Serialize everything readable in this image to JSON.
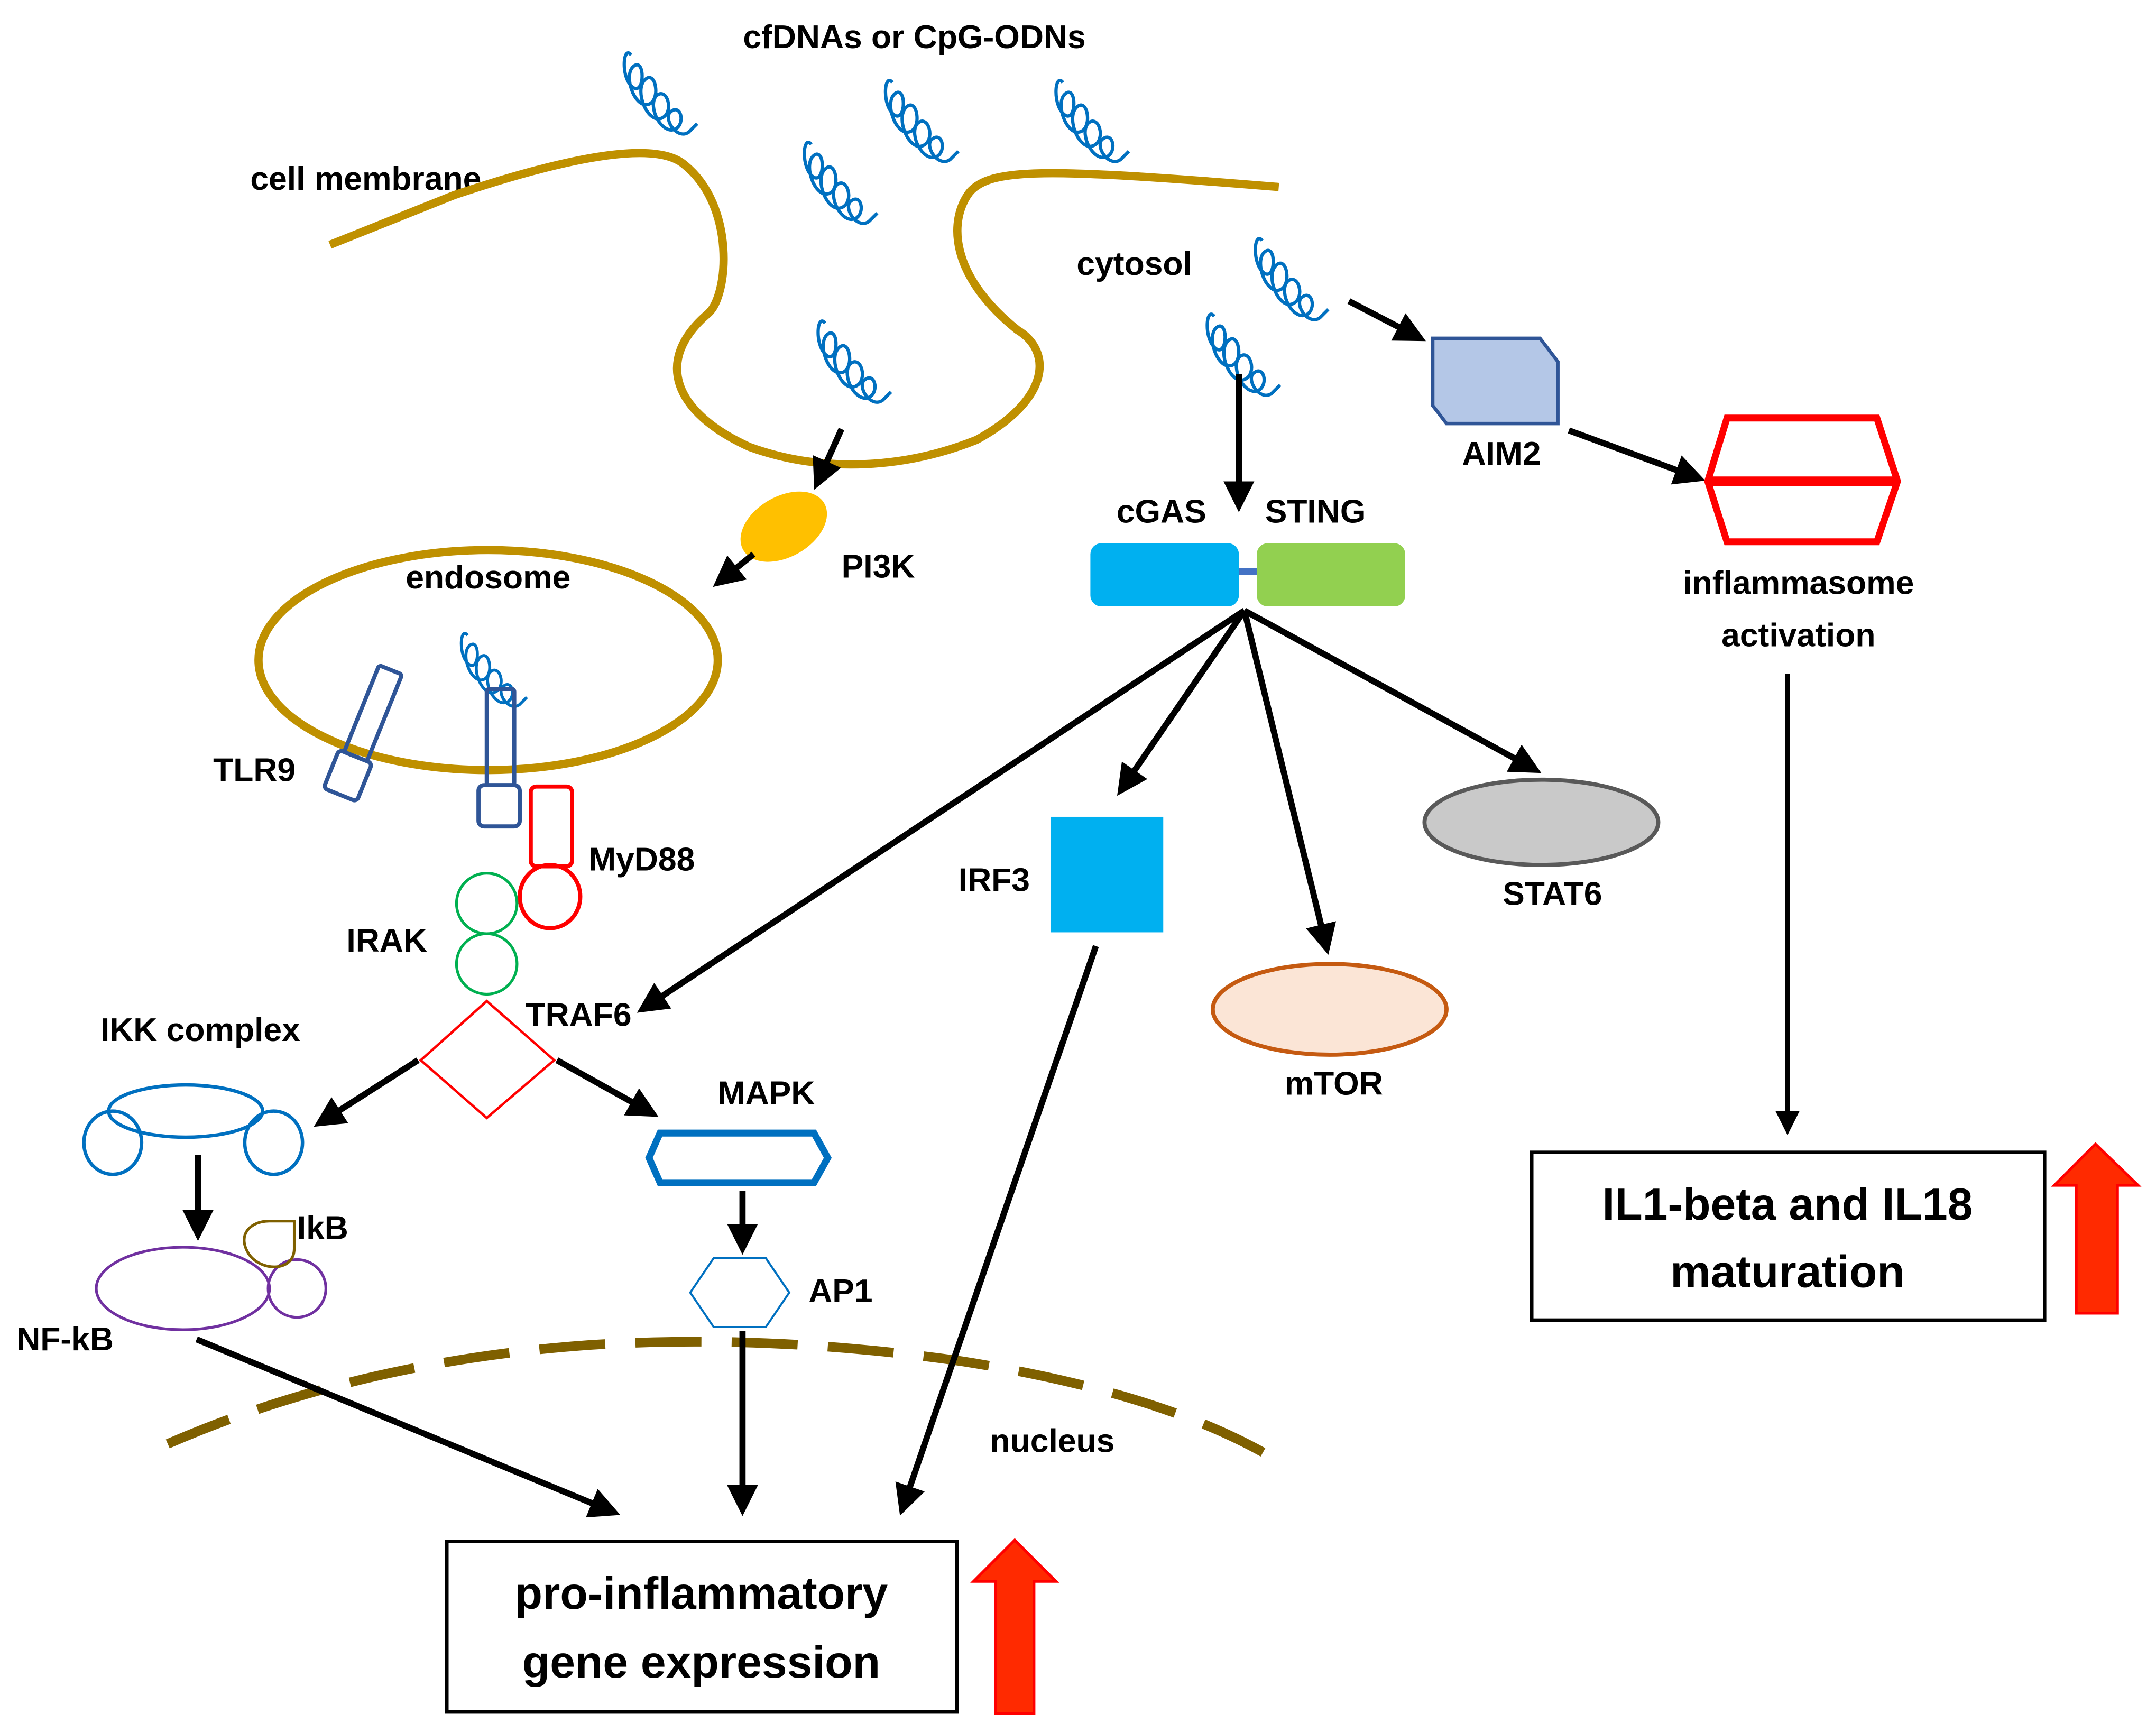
{
  "diagram": {
    "title_top": "cfDNAs or CpG-ODNs",
    "compartments": {
      "cell_membrane": "cell membrane",
      "cytosol": "cytosol",
      "endosome": "endosome",
      "nucleus": "nucleus"
    },
    "nodes": {
      "pi3k": "PI3K",
      "tlr9": "TLR9",
      "myd88": "MyD88",
      "irak": "IRAK",
      "traf6": "TRAF6",
      "ikk_complex": "IKK complex",
      "ikb": "IkB",
      "nfkb": "NF-kB",
      "mapk": "MAPK",
      "ap1": "AP1",
      "cgas": "cGAS",
      "sting": "STING",
      "irf3": "IRF3",
      "mtor": "mTOR",
      "stat6": "STAT6",
      "aim2": "AIM2",
      "inflammasome_line1": "inflammasome",
      "inflammasome_line2": "activation"
    },
    "outputs": {
      "gene_expression_line1": "pro-inflammatory",
      "gene_expression_line2": "gene expression",
      "il_maturation_line1": "IL1-beta and IL18",
      "il_maturation_line2": "maturation"
    },
    "colors": {
      "membrane": "#BF9000",
      "dna": "#0070C0",
      "pi3k": "#FFC000",
      "tlr9": "#2F5597",
      "myd88": "#FF0000",
      "irak": "#00B050",
      "traf6": "#FF0000",
      "ikk": "#0070C0",
      "nfkb": "#7030A0",
      "ikb": "#7F6000",
      "mapk": "#0070C0",
      "cgas": "#00B0F0",
      "sting": "#92D050",
      "irf3": "#00B0F0",
      "mtor_fill": "#FBE5D6",
      "mtor_stroke": "#C55A11",
      "stat6_fill": "#C9C9C9",
      "stat6_stroke": "#595959",
      "aim2_fill": "#B4C7E7",
      "aim2_stroke": "#2F5597",
      "inflammasome": "#FF0000",
      "nucleus": "#7F6000",
      "upregulation_arrow": "#FF2A00"
    },
    "upregulation_indicators": [
      "up-arrow",
      "up-arrow"
    ]
  }
}
